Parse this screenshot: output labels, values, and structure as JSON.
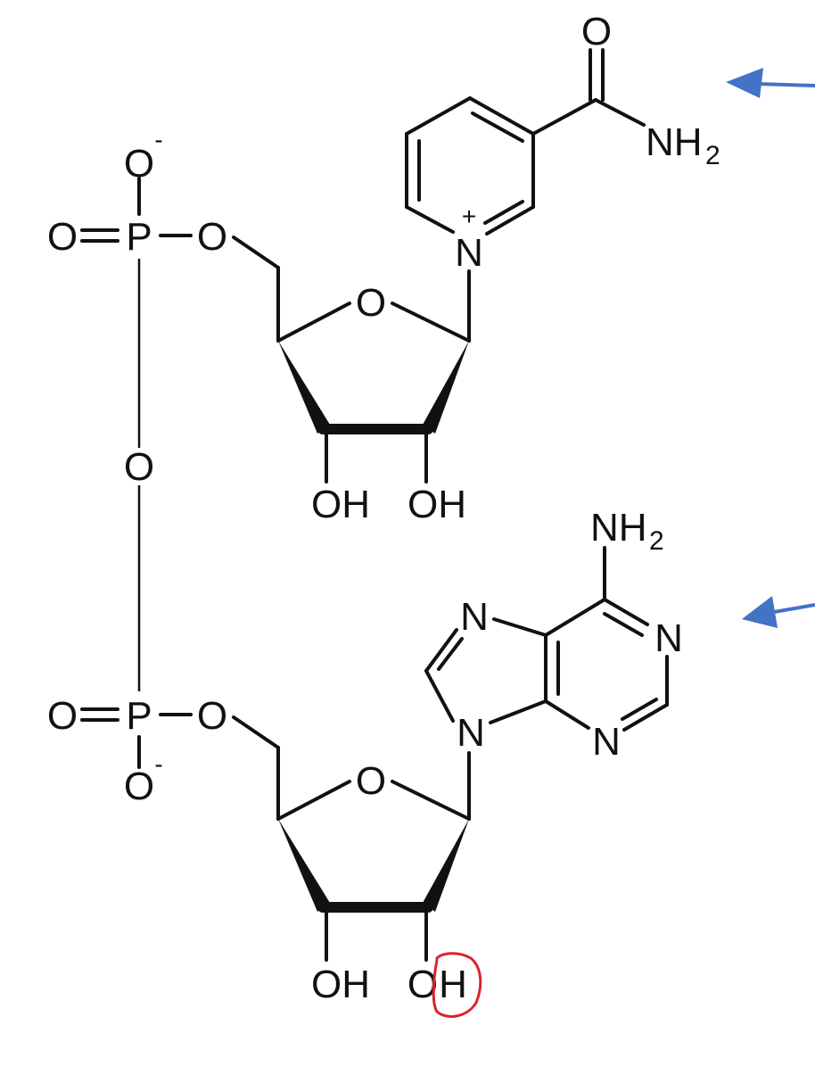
{
  "atoms": {
    "phosphate_top": {
      "o_minus": "O",
      "o_minus_charge": "-",
      "o_double": "O",
      "p": "P",
      "o_ester": "O"
    },
    "bridge_o": "O",
    "phosphate_bottom": {
      "o_double": "O",
      "p": "P",
      "o_ester": "O",
      "o_minus": "O",
      "o_minus_charge": "-"
    },
    "ribose_top": {
      "ring_o": "O",
      "oh_left": "OH",
      "oh_right": "OH"
    },
    "nicotinamide": {
      "n_plus": "N",
      "n_charge": "+",
      "carbonyl_o": "O",
      "amide_n": "NH",
      "amide_sub": "2"
    },
    "adenine": {
      "amine_n": "NH",
      "amine_sub": "2",
      "n_imidazole_top": "N",
      "n_ring_right": "N",
      "n_glycosidic": "N",
      "n_ring_bottom": "N"
    },
    "ribose_bottom": {
      "ring_o": "O",
      "oh_left": "OH",
      "oh_right_o": "O",
      "oh_right_h": "H"
    }
  },
  "colors": {
    "ink": "#111111",
    "arrow": "#4472C4",
    "highlight_circle": "#D9232D"
  },
  "annotations": {
    "arrow_top": "arrow-left",
    "arrow_bottom": "arrow-left",
    "circled_atom": "H"
  }
}
